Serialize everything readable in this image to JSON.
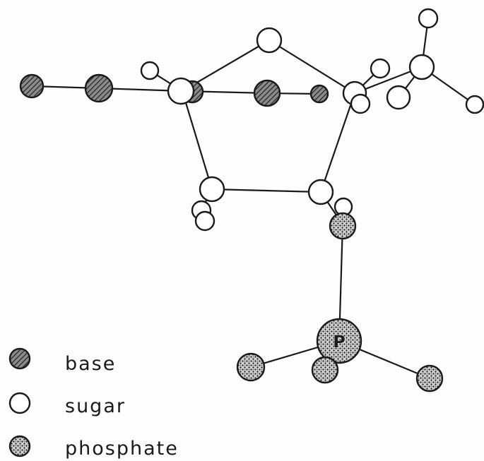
{
  "legend": {
    "items": [
      {
        "key": "base",
        "label": "base"
      },
      {
        "key": "sugar",
        "label": "sugar"
      },
      {
        "key": "phosphate",
        "label": "phosphate"
      }
    ]
  },
  "phosphorus_label": "P",
  "colors": {
    "ink": "#1a1a1a",
    "base_fill": "#6e6e6e",
    "sugar_fill": "#ffffff",
    "phosphate_fill": "#b5b5b5",
    "background": "#fdfdfc"
  }
}
